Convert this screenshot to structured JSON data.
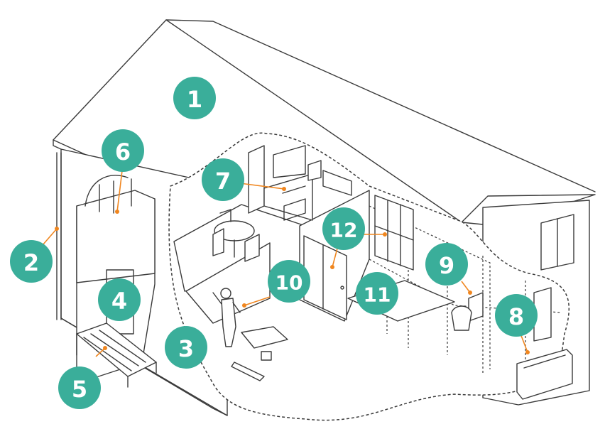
{
  "colors": {
    "badge": "#3aae9a",
    "leader": "#f0861f",
    "line": "#3a3a3a",
    "background": "#ffffff"
  },
  "callouts": [
    {
      "label": "1"
    },
    {
      "label": "2"
    },
    {
      "label": "3"
    },
    {
      "label": "4"
    },
    {
      "label": "5"
    },
    {
      "label": "6"
    },
    {
      "label": "7"
    },
    {
      "label": "8"
    },
    {
      "label": "9"
    },
    {
      "label": "10"
    },
    {
      "label": "11"
    },
    {
      "label": "12"
    }
  ]
}
